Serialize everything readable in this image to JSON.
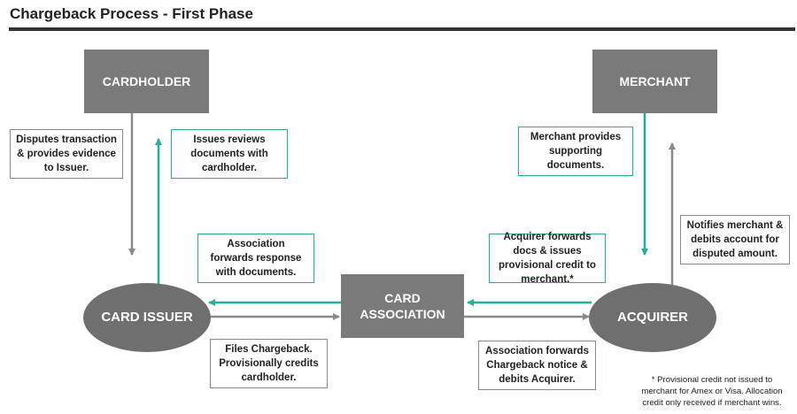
{
  "title": "Chargeback Process - First Phase",
  "colors": {
    "gray": "#8a8a8a",
    "teal": "#23b09c",
    "node_fill": "#7a7a7a",
    "oval_fill": "#6f6f6f"
  },
  "nodes": {
    "cardholder": "CARDHOLDER",
    "merchant": "MERCHANT",
    "card_issuer": "CARD ISSUER",
    "card_association": "CARD ASSOCIATION",
    "acquirer": "ACQUIRER"
  },
  "notes": {
    "disputes": "Disputes transaction & provides evidence to Issuer.",
    "issues_reviews": "Issues reviews documents with cardholder.",
    "assoc_forwards_response": "Association forwards response with documents.",
    "files_chargeback": "Files Chargeback. Provisionally credits cardholder.",
    "merchant_provides": "Merchant provides supporting documents.",
    "acquirer_forwards": "Acquirer forwards docs & issues provisional credit to merchant.*",
    "notifies_merchant": "Notifies merchant & debits account for disputed amount.",
    "assoc_forwards_notice": "Association forwards Chargeback notice & debits Acquirer."
  },
  "footnote": "* Provisional credit not issued to merchant for Amex or Visa. Allocation credit only received if merchant wins."
}
